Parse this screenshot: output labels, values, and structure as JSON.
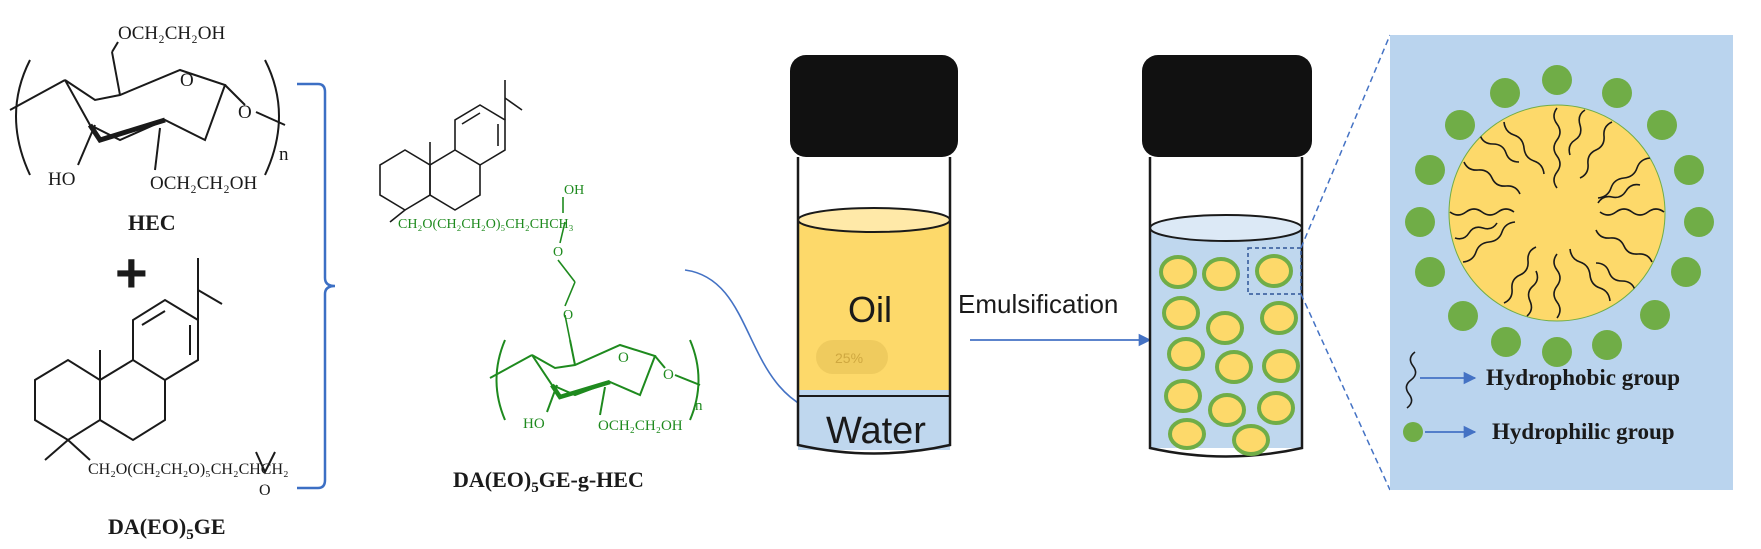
{
  "hec": {
    "name": "HEC",
    "sub_top": "OCH₂CH₂OH",
    "sub_bottom": "OCH₂CH₂OH",
    "ho": "HO",
    "ring_o": "O",
    "link_o": "O",
    "repeat": "n"
  },
  "plus": "+",
  "da_eo5ge": {
    "name_main": "DA(EO)",
    "name_sub": "5",
    "name_end": "GE",
    "chain": "CH₂O(CH₂CH₂O)₅CH₂CHCH₂",
    "epoxide_o": "O"
  },
  "product": {
    "name_main": "DA(EO)",
    "name_sub": "5",
    "name_end": "GE-g-HEC",
    "chain": "CH₂O(CH₂CH₂O)₅CH₂CHCH₃",
    "oh": "OH",
    "o_link": "O",
    "o_link2": "O",
    "ho": "HO",
    "sub_bottom": "OCH₂CH₂OH",
    "ring_o": "O",
    "link_o": "O",
    "repeat": "n"
  },
  "vial1": {
    "oil": "Oil",
    "water": "Water",
    "badge": "25%"
  },
  "process_label": "Emulsification",
  "legend": {
    "hydrophobic": "Hydrophobic group",
    "hydrophilic": "Hydrophilic group"
  },
  "colors": {
    "black": "#1a1a1a",
    "green": "#1e8a1e",
    "bracket_blue": "#3c6fc4",
    "arrow_blue": "#4472c4",
    "oil_yellow": "#fdd96a",
    "water_blue": "#bfd7ee",
    "panel_blue": "#bad4ee",
    "bead_green": "#70ad47",
    "cap_black": "#111111"
  }
}
